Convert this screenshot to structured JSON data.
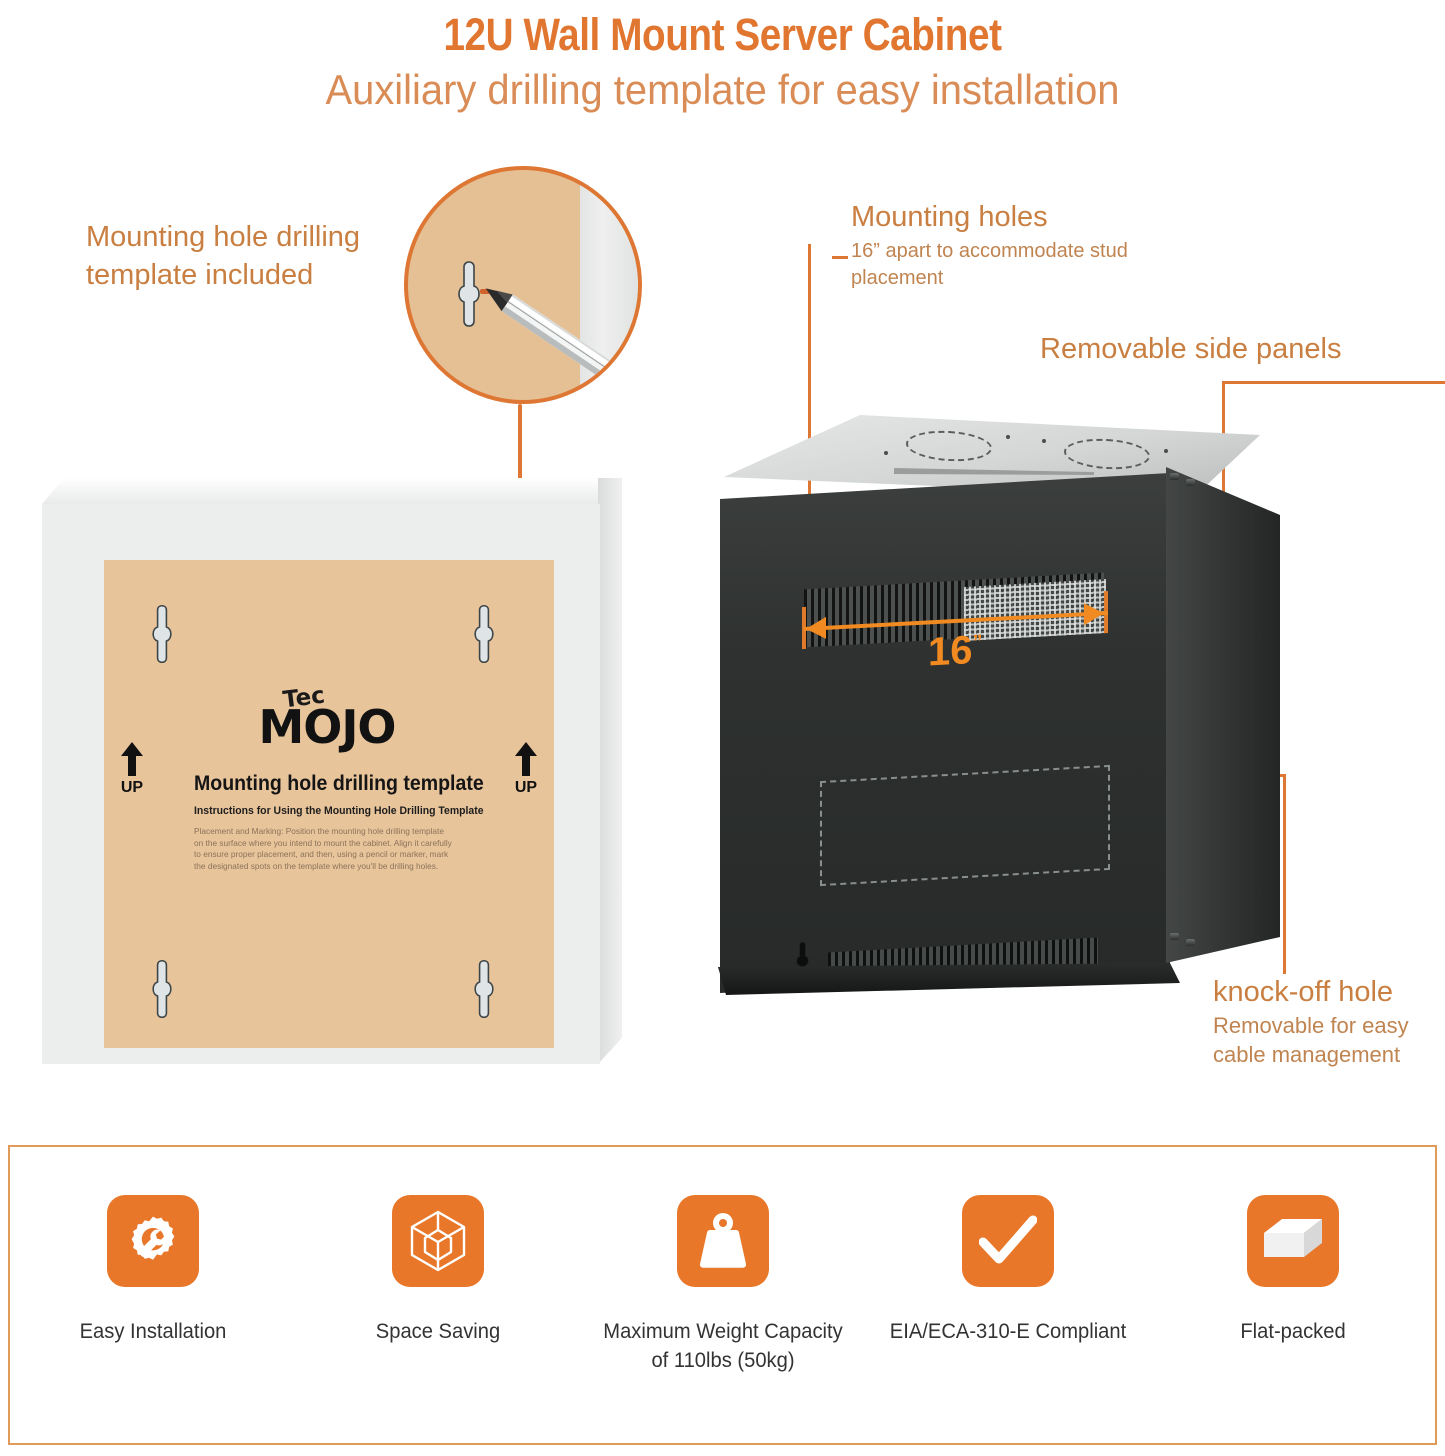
{
  "header": {
    "title": "12U Wall Mount Server Cabinet",
    "subtitle": "Auxiliary drilling template for easy installation"
  },
  "annotations": {
    "drilling_template": {
      "text": "Mounting hole drilling template included"
    },
    "mounting_holes": {
      "title": "Mounting holes",
      "subtitle": "16” apart to accommodate stud placement"
    },
    "side_panels": {
      "title": "Removable side panels"
    },
    "knock_off_hole": {
      "title": "knock-off hole",
      "subtitle": "Removable for easy cable management"
    }
  },
  "cabinet": {
    "dimension_label": "16",
    "dimension_unit": "”"
  },
  "template_sheet": {
    "brand_top": "Tec",
    "brand_main": "MOJO",
    "heading": "Mounting hole drilling template",
    "subheading": "Instructions for Using the Mounting Hole Drilling Template",
    "body": "Placement and Marking: Position the mounting hole drilling template on the surface where you intend to mount the cabinet. Align it carefully to ensure proper placement, and then, using a pencil or marker, mark the designated spots on the template where you'll be drilling holes.",
    "up_label_left": "UP",
    "up_label_right": "UP"
  },
  "features": [
    {
      "icon": "gear-wrench-icon",
      "label": "Easy Installation"
    },
    {
      "icon": "cube-outline-icon",
      "label": "Space Saving"
    },
    {
      "icon": "weight-icon",
      "label": "Maximum Weight Capacity of 110lbs (50kg)"
    },
    {
      "icon": "checkmark-icon",
      "label": "EIA/ECA-310-E Compliant"
    },
    {
      "icon": "flat-box-icon",
      "label": "Flat-packed"
    }
  ],
  "colors": {
    "brand_orange": "#E8772A",
    "title_orange": "#E0762F",
    "annotation_orange": "#C97F41",
    "template_tan": "#E8C49B",
    "wall_gray": "#ECEEED"
  }
}
